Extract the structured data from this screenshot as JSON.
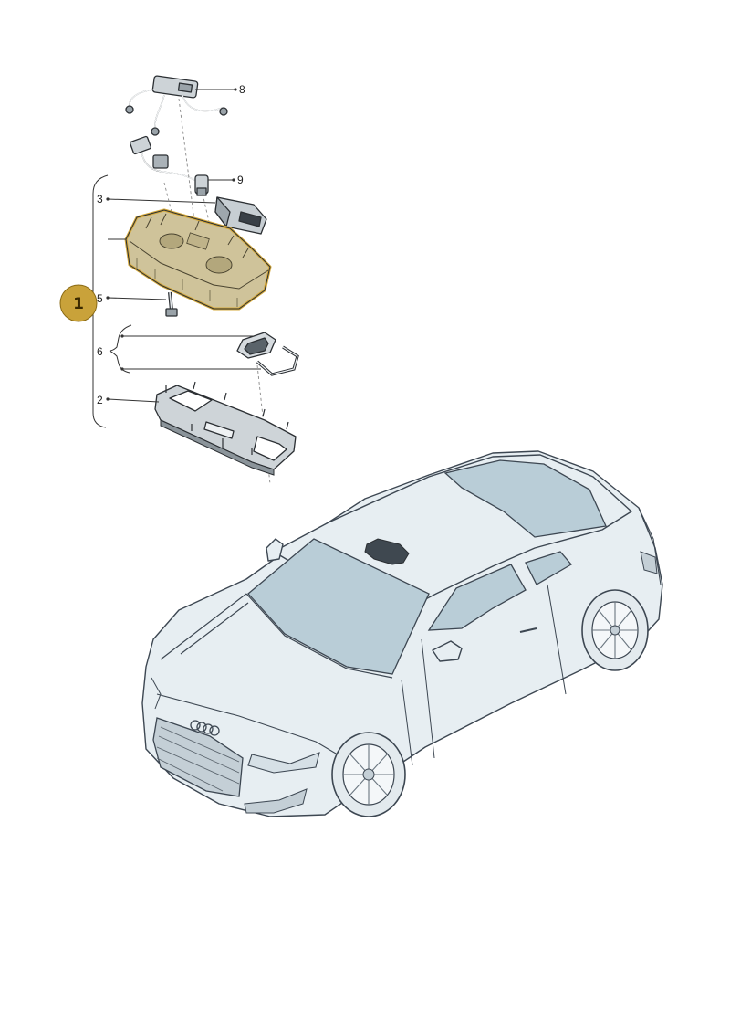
{
  "callouts": {
    "badge": "1",
    "n8": "8",
    "n9": "9",
    "n3": "3",
    "n5": "5",
    "n6": "6",
    "n2": "2"
  },
  "colors": {
    "badge_fill": "#c9a23a",
    "highlight_fill": "#cfc39a",
    "highlight_stroke": "#d4a83a",
    "car_body": "#e7eef2",
    "car_glass": "#b9cdd7"
  }
}
